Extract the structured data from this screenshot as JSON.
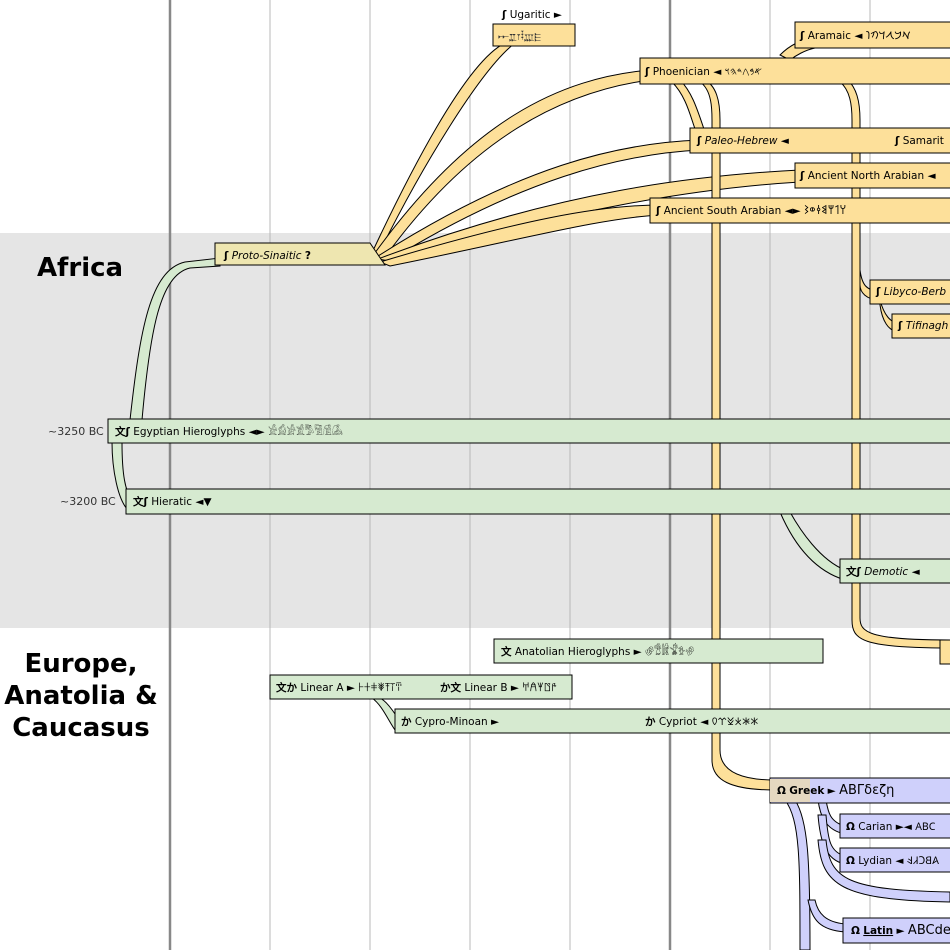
{
  "regions": {
    "africa": "Africa",
    "europe_line1": "Europe,",
    "europe_line2": "Anatolia &",
    "europe_line3": "Caucasus"
  },
  "dates": {
    "egyptian": "~3250 BC",
    "hieratic": "~3200 BC"
  },
  "scripts": {
    "ugaritic": {
      "label": "Ugaritic",
      "marker": "►",
      "glyphs": "𐎀𐎁𐎂𐎃𐎄𐎅"
    },
    "aramaic": {
      "label": "Aramaic",
      "marker": "◄",
      "glyphs": "𐡀𐡁𐡂𐡃𐡄𐡅"
    },
    "phoenician": {
      "label": "Phoenician",
      "marker": "◄",
      "glyphs": "𐤀𐤁𐤂𐤃𐤄𐤅"
    },
    "paleo_hebrew": {
      "label": "Paleo-Hebrew",
      "marker": "◄"
    },
    "samaritan": {
      "label": "Samarit"
    },
    "ancient_north_arabian": {
      "label": "Ancient North Arabian",
      "marker": "◄"
    },
    "ancient_south_arabian": {
      "label": "Ancient South Arabian",
      "marker": "◄►",
      "glyphs": "𐩠𐩡𐩢𐩣𐩤𐩥𐩦"
    },
    "proto_sinaitic": {
      "label": "Proto-Sinaitic",
      "marker": "?"
    },
    "libyco_berber": {
      "label": "Libyco-Berb"
    },
    "tifinagh": {
      "label": "Tifinagh"
    },
    "egyptian_hieroglyphs": {
      "label": "Egyptian Hieroglyphs",
      "marker": "◄►",
      "glyphs": "𓀀𓀁𓀂𓀃𓀄𓀅𓀆𓀇"
    },
    "hieratic": {
      "label": "Hieratic",
      "marker": "◄▼"
    },
    "demotic": {
      "label": "Demotic",
      "marker": "◄"
    },
    "anatolian_hieroglyphs": {
      "label": "Anatolian Hieroglyphs",
      "marker": "►",
      "glyphs": "𔐀𔐁𔐂𔐃𔐄𔐅"
    },
    "linear_a": {
      "label": "Linear A",
      "marker": "►",
      "glyphs": "𐘀𐘁𐘂𐘃𐘄𐘅𐘆"
    },
    "linear_b": {
      "label": "Linear B",
      "marker": "►",
      "glyphs": "𐀀𐀁𐀂𐀃𐀄"
    },
    "cypro_minoan": {
      "label": "Cypro-Minoan",
      "marker": "►"
    },
    "cypriot": {
      "label": "Cypriot",
      "marker": "◄",
      "glyphs": "𐠀𐠁𐠂𐠃𐠄𐠅𐠆"
    },
    "greek": {
      "label": "Greek",
      "marker": "►",
      "glyphs": "ΑΒΓδεζη"
    },
    "carian": {
      "label": "Carian",
      "marker": "►◄",
      "glyphs": "𐊠𐊡𐊢"
    },
    "lydian": {
      "label": "Lydian",
      "marker": "◄",
      "glyphs": "𐤠𐤡𐤢𐤣𐤤"
    },
    "latin": {
      "label": "Latin",
      "marker": "►",
      "glyphs": "ABCde"
    }
  },
  "type_icons": {
    "alphabet": "ʃ",
    "logographic": "文",
    "syllabic": "か",
    "greek_family": "Ω"
  },
  "colors": {
    "semitic_fill": "#fde09a",
    "egyptian_fill": "#d6ead0",
    "greek_fill": "#cfd0fb",
    "africa_band": "#e5e5e5"
  }
}
